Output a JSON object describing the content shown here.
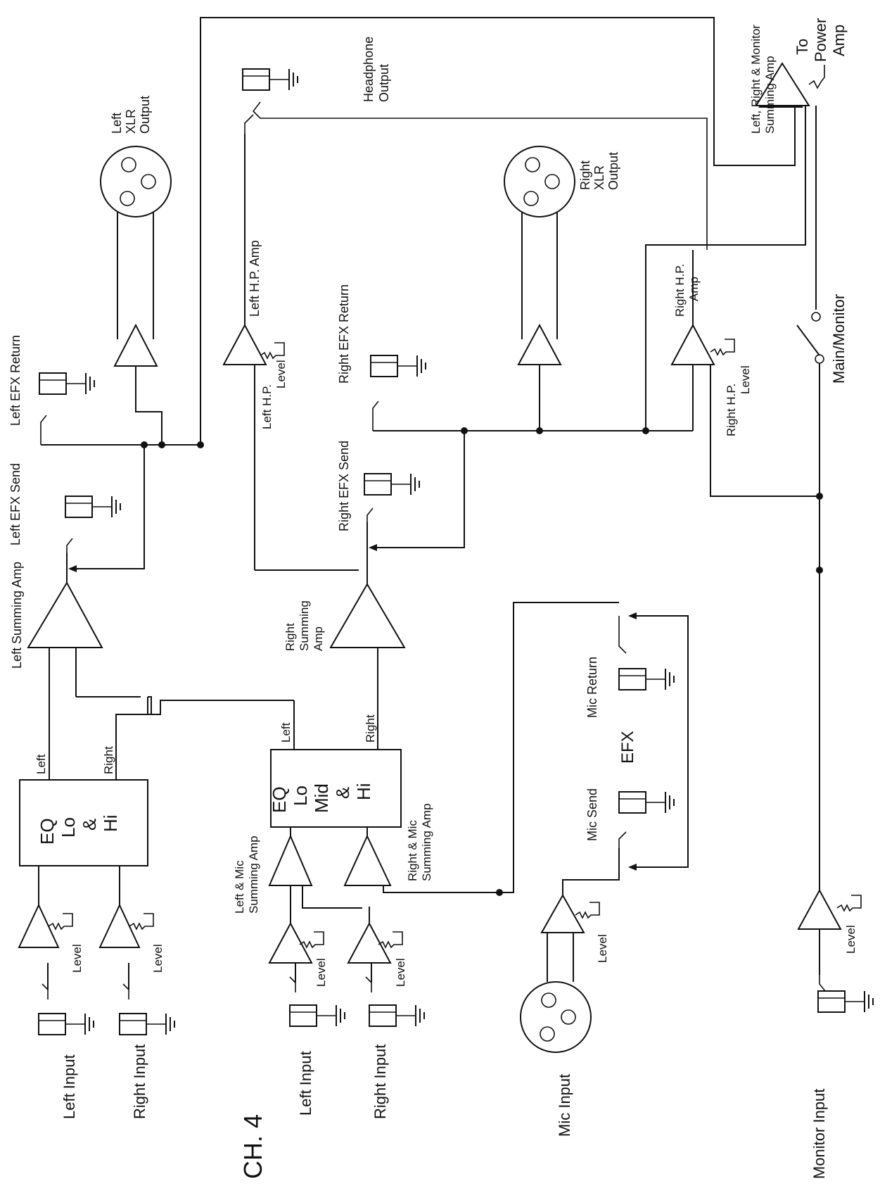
{
  "colors": {
    "ink": "#111111",
    "background": "#ffffff"
  },
  "labels": {
    "ch4": "CH. 4",
    "left_input_a": "Left Input",
    "right_input_a": "Right Input",
    "left_input_b": "Left Input",
    "right_input_b": "Right Input",
    "mic_input": "Mic Input",
    "monitor_input": "Monitor Input",
    "level": "Level",
    "left": "Left",
    "right": "Right",
    "left_summing_amp": "Left Summing Amp",
    "right_summing_amp_1": "Right",
    "right_summing_amp_2": "Summing",
    "right_summing_amp_3": "Amp",
    "left_mic_summing_1": "Left & Mic",
    "left_mic_summing_2": "Summing Amp",
    "right_mic_summing_1": "Right & Mic",
    "right_mic_summing_2": "Summing Amp",
    "left_efx_send": "Left EFX Send",
    "left_efx_return": "Left EFX Return",
    "right_efx_send": "Right EFX Send",
    "right_efx_return": "Right EFX Return",
    "left_xlr_1": "Left",
    "left_xlr_2": "XLR",
    "left_xlr_3": "Output",
    "right_xlr_1": "Right",
    "right_xlr_2": "XLR",
    "right_xlr_3": "Output",
    "left_hp_amp": "Left H.P. Amp",
    "left_hp_level_1": "Left H.P.",
    "left_hp_level_2": "Level",
    "right_hp_amp_1": "Right H.P.",
    "right_hp_amp_2": "Amp",
    "right_hp_level_1": "Right H.P.",
    "right_hp_level_2": "Level",
    "headphone_1": "Headphone",
    "headphone_2": "Output",
    "power_amp_1": "To",
    "power_amp_2": "Power",
    "power_amp_3": "Amp",
    "summing_lrm_1": "Left, Right & Monitor",
    "summing_lrm_2": "Summing Amp",
    "main_monitor": "Main/Monitor",
    "mic_send": "Mic Send",
    "mic_return": "Mic Return",
    "efx": "EFX",
    "eq1_1": "EQ",
    "eq1_2": "Lo",
    "eq1_3": "&",
    "eq1_4": "Hi",
    "eq2_1": "EQ",
    "eq2_2": "Lo",
    "eq2_3": "Mid",
    "eq2_4": "&",
    "eq2_5": "Hi"
  }
}
